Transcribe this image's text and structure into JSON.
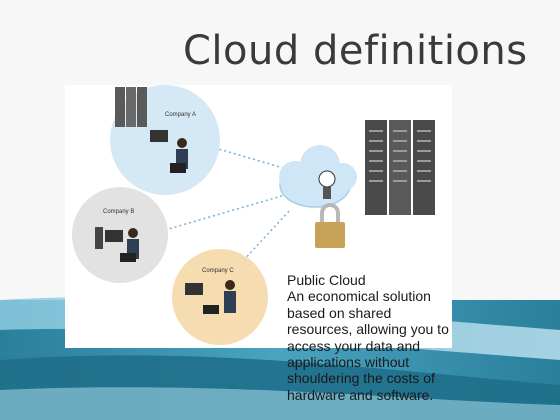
{
  "slide": {
    "title": "Cloud definitions"
  },
  "diagram": {
    "companies": [
      {
        "label": "Company A"
      },
      {
        "label": "Company B"
      },
      {
        "label": "Company C"
      }
    ]
  },
  "caption": {
    "heading": "Public Cloud",
    "lines": [
      "An economical solution",
      "based on shared",
      "resources, allowing you to",
      "access your data and",
      "applications without",
      "shouldering the costs of",
      "hardware and software."
    ]
  },
  "colors": {
    "band_dark": "#1f6f8b",
    "band_light": "#6fb8d0",
    "circle_a": "#d5e8f5",
    "circle_b": "#e2e2e2",
    "circle_c": "#f6dcb1",
    "cloud": "#cfe6f6"
  }
}
